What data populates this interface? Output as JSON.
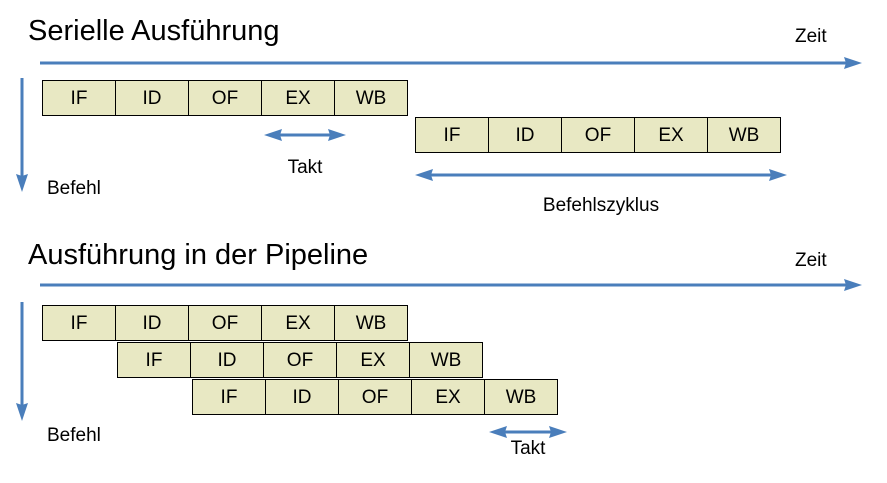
{
  "colors": {
    "arrow_blue": "#4a7ebb",
    "box_fill": "#e8e8c3",
    "box_border": "#000000",
    "text": "#000000"
  },
  "sections": [
    {
      "title": "Serielle Ausführung",
      "time_axis_label": "Zeit",
      "instruction_axis_label": "Befehl",
      "rows": [
        {
          "stages": [
            "IF",
            "ID",
            "OF",
            "EX",
            "WB"
          ]
        },
        {
          "stages": [
            "IF",
            "ID",
            "OF",
            "EX",
            "WB"
          ]
        }
      ],
      "measures": [
        {
          "label": "Takt"
        },
        {
          "label": "Befehlszyklus"
        }
      ]
    },
    {
      "title": "Ausführung in der Pipeline",
      "time_axis_label": "Zeit",
      "instruction_axis_label": "Befehl",
      "rows": [
        {
          "stages": [
            "IF",
            "ID",
            "OF",
            "EX",
            "WB"
          ]
        },
        {
          "stages": [
            "IF",
            "ID",
            "OF",
            "EX",
            "WB"
          ]
        },
        {
          "stages": [
            "IF",
            "ID",
            "OF",
            "EX",
            "WB"
          ]
        }
      ],
      "measures": [
        {
          "label": "Takt"
        }
      ]
    }
  ]
}
